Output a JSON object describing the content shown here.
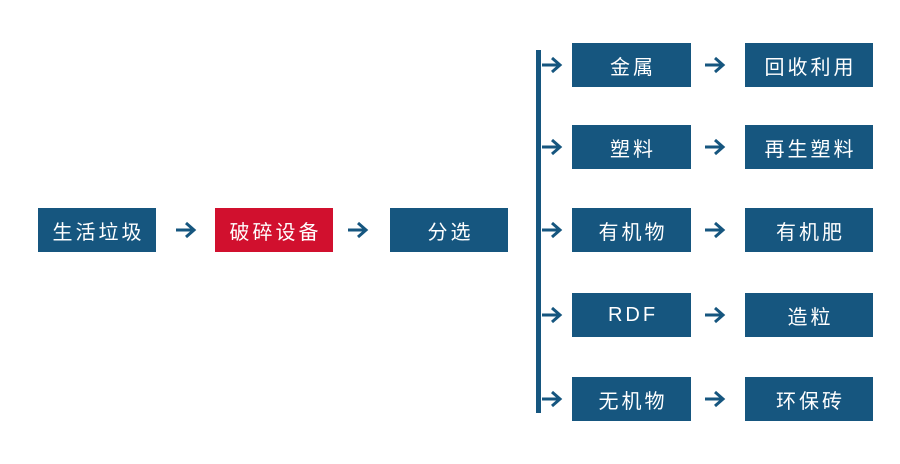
{
  "colors": {
    "node_blue": "#16567f",
    "node_red": "#d1102e",
    "arrow_blue": "#16567f",
    "text_white": "#ffffff",
    "background": "#ffffff"
  },
  "diagram": {
    "type": "process-flowchart",
    "source": {
      "label": "生活垃圾"
    },
    "crusher": {
      "label": "破碎设备"
    },
    "sorter": {
      "label": "分选"
    },
    "branches": [
      {
        "material": "金属",
        "destination": "回收利用"
      },
      {
        "material": "塑料",
        "destination": "再生塑料"
      },
      {
        "material": "有机物",
        "destination": "有机肥"
      },
      {
        "material": "RDF",
        "destination": "造粒"
      },
      {
        "material": "无机物",
        "destination": "环保砖"
      }
    ]
  }
}
